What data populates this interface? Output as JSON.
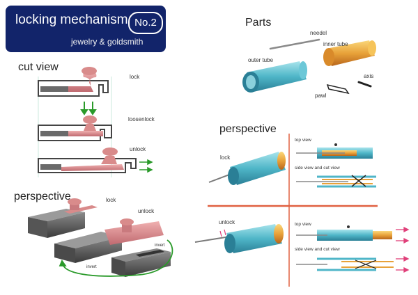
{
  "header": {
    "title": "locking mechanism",
    "badge": "No.2",
    "subtitle": "jewelry & goldsmith"
  },
  "cut_view": {
    "heading": "cut view",
    "labels": {
      "lock": "lock",
      "loosenlock": "loosenlock",
      "unlock": "unlock"
    }
  },
  "perspective_left": {
    "heading": "perspective",
    "labels": {
      "lock": "lock",
      "unlock": "unlock",
      "invert_top": "invert",
      "invert_bottom": "invert"
    }
  },
  "parts": {
    "heading": "Parts",
    "labels": {
      "needel": "needel",
      "inner_tube": "inner tube",
      "outer_tube": "outer tube",
      "pawl": "pawl",
      "axis": "axis"
    }
  },
  "perspective_right": {
    "heading": "perspective",
    "labels": {
      "lock": "lock",
      "unlock": "unlock",
      "top_view_1": "top view",
      "side_cut_1": "side view and cut view",
      "top_view_2": "top view",
      "side_cut_2": "side view and cut view"
    }
  },
  "colors": {
    "navy": "#12246a",
    "pink": "#d98b8b",
    "arrow_green": "#2a9a2a",
    "arrow_pink": "#e0407a",
    "divider": "#e06040",
    "teal": "#4fb6c8",
    "gold": "#e8a23a"
  }
}
